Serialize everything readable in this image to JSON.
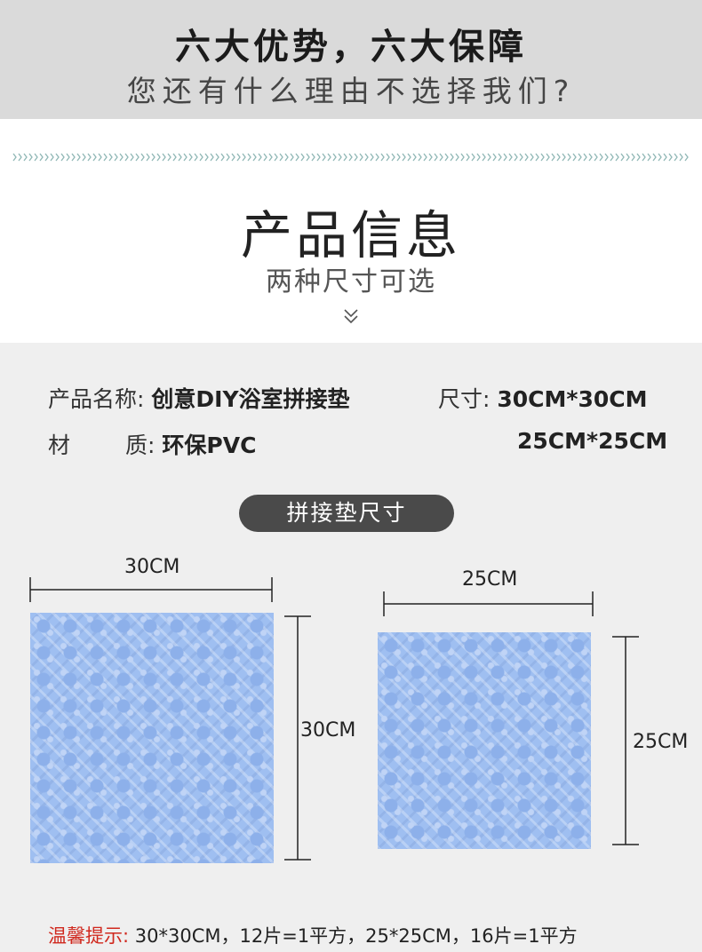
{
  "banner": {
    "title": "六大优势，六大保障",
    "subtitle": "您还有什么理由不选择我们?"
  },
  "section": {
    "title": "产品信息",
    "subtitle": "两种尺寸可选"
  },
  "specs": {
    "name_label": "产品名称:",
    "name_value": "创意DIY浴室拼接垫",
    "size_label": "尺寸:",
    "size_value_1": "30CM*30CM",
    "size_value_2": "25CM*25CM",
    "material_label_a": "材",
    "material_label_b": "质:",
    "material_value": "环保PVC"
  },
  "size_pill": "拼接垫尺寸",
  "large_mat": {
    "width_label": "30CM",
    "height_label": "30CM"
  },
  "small_mat": {
    "width_label": "25CM",
    "height_label": "25CM"
  },
  "tip": {
    "label": "温馨提示:",
    "text": "30*30CM，12片=1平方，25*25CM，16片=1平方"
  },
  "colors": {
    "mat_blue": "#9fbff1",
    "tip_red": "#d0281e",
    "pill_bg": "#4a4a4a",
    "deco_teal": "#8fb7b5"
  }
}
